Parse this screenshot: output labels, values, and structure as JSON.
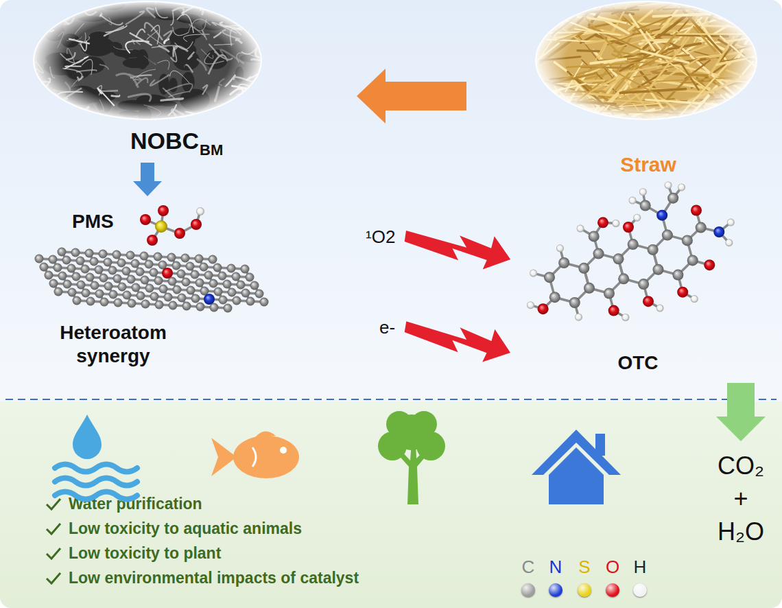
{
  "diagram": {
    "nodes": [
      {
        "text": [
          "Straw"
        ]
      },
      {
        "text": [
          "NOBC",
          "BM"
        ]
      },
      {
        "text": [
          "PMS",
          "Heteroatom synergy"
        ]
      },
      {
        "text": [
          "OTC"
        ]
      },
      {
        "text": [
          "Water purification",
          "Low toxicity to aquatic animals",
          "Low toxicity to plant",
          "Low environmental impacts of catalyst"
        ]
      },
      {
        "text": [
          "CO₂ + H₂O"
        ],
        "in": 4
      }
    ],
    "edges": [
      {
        "from": 0,
        "to": 1,
        "arrow": "to"
      },
      {
        "from": 1,
        "to": 2,
        "arrow": "to"
      },
      {
        "from": 2,
        "to": 3,
        "label": "¹O2",
        "arrow": "to"
      },
      {
        "from": 2,
        "to": 3,
        "label": "e-",
        "arrow": "to"
      },
      {
        "from": 3,
        "to": 5,
        "arrow": "to"
      }
    ],
    "legend": [
      {
        "text": "C",
        "color": "#9e9e9e"
      },
      {
        "text": "N",
        "color": "#1f3fd6"
      },
      {
        "text": "S",
        "color": "#e8d21a"
      },
      {
        "text": "O",
        "color": "#e0101a"
      },
      {
        "text": "H",
        "color": "#f2f2f2"
      }
    ]
  }
}
